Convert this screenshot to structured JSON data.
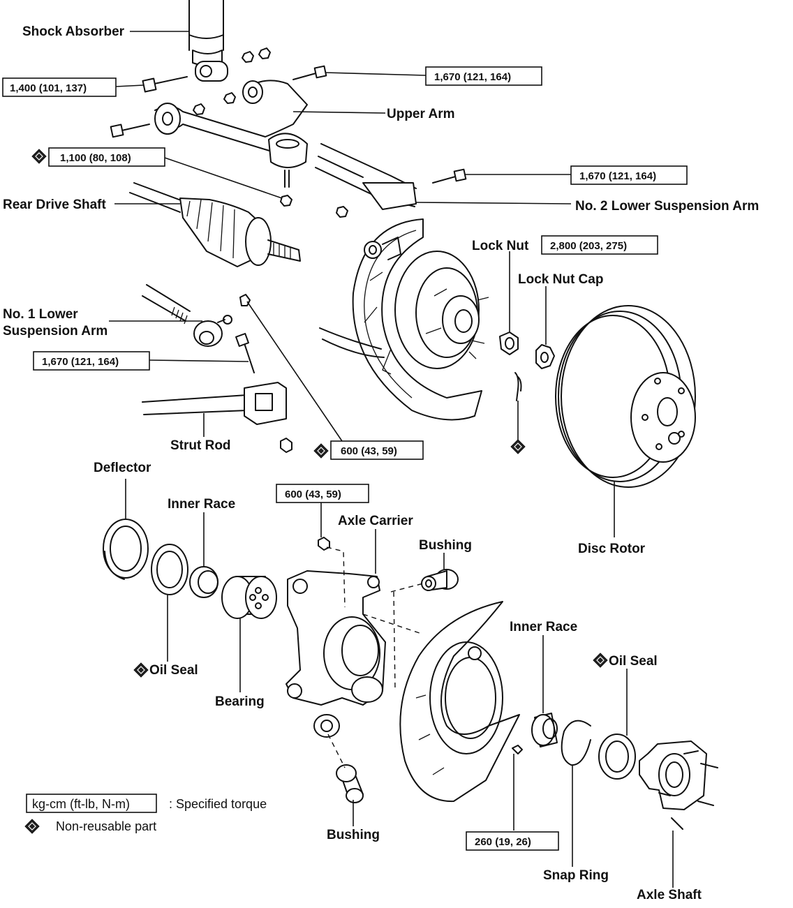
{
  "labels": {
    "shock_absorber": "Shock Absorber",
    "upper_arm": "Upper Arm",
    "rear_drive_shaft": "Rear Drive Shaft",
    "no2_lower_arm": "No. 2 Lower Suspension Arm",
    "no1_lower_arm_line1": "No. 1 Lower",
    "no1_lower_arm_line2": "Suspension Arm",
    "lock_nut": "Lock Nut",
    "lock_nut_cap": "Lock Nut Cap",
    "strut_rod": "Strut Rod",
    "disc_rotor": "Disc Rotor",
    "deflector": "Deflector",
    "inner_race_left": "Inner Race",
    "axle_carrier": "Axle Carrier",
    "bushing_top": "Bushing",
    "oil_seal_left": "Oil Seal",
    "bearing": "Bearing",
    "inner_race_right": "Inner Race",
    "oil_seal_right": "Oil Seal",
    "bushing_bottom": "Bushing",
    "snap_ring": "Snap Ring",
    "axle_shaft": "Axle Shaft"
  },
  "torques": {
    "shock_bolt": "1,400 (101,  137)",
    "upper_arm_bolt": "1,670 (121, 164)",
    "upper_arm_nut": "1,100 (80,  108)",
    "no2_arm_bolt": "1,670 (121,  164)",
    "lock_nut": "2,800 (203,  275)",
    "no1_arm_bolt": "1,670 (121,  164)",
    "strut_rod_nut": "600 (43,  59)",
    "carrier_nut": "600 (43,  59)",
    "backing_plate_bolt": "260 (19,  26)"
  },
  "legend": {
    "torque_unit": "kg-cm (ft-lb, N-m)",
    "torque_desc": ":  Specified torque",
    "nonreusable_desc": "Non-reusable part"
  },
  "icons": [
    "non-reusable-diamond-icon"
  ]
}
